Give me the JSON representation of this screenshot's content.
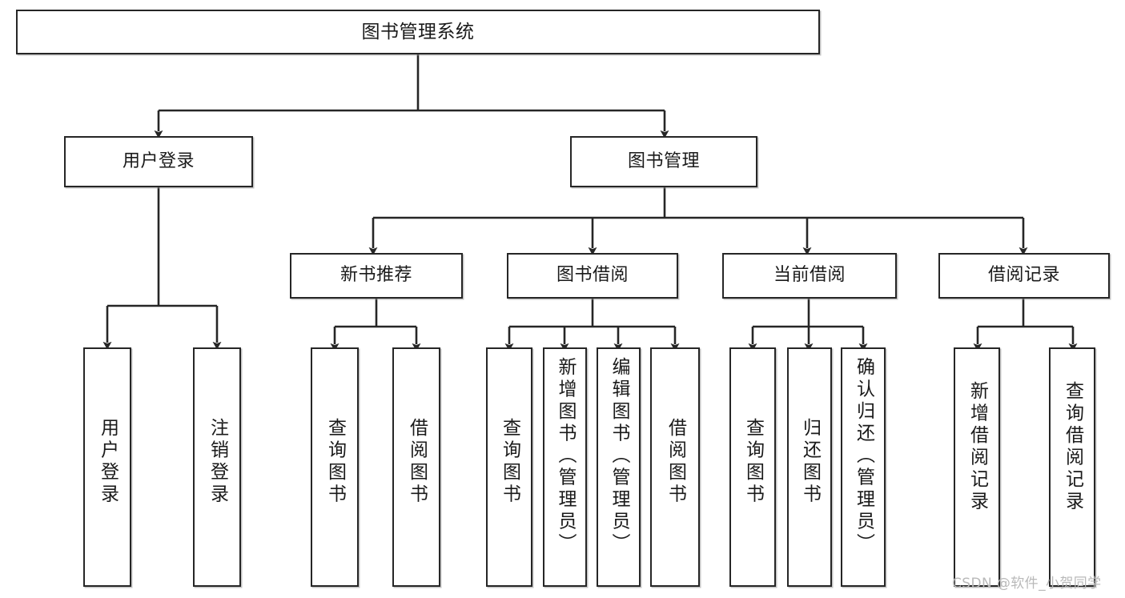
{
  "diagram": {
    "title": "图书管理系统",
    "type": "tree-hierarchy-chart",
    "watermark": "CSDN @软件_小贺同学",
    "colors": {
      "stroke": "#262626",
      "fill": "#ffffff",
      "text": "#1a1a1a",
      "watermark": "#b9b9b9",
      "background": "#ffffff"
    },
    "nodes": {
      "root": {
        "label": "图书管理系统"
      },
      "level2": [
        {
          "id": "user-login",
          "label": "用户登录"
        },
        {
          "id": "book-manage",
          "label": "图书管理"
        }
      ],
      "level3": [
        {
          "id": "new-book-recommend",
          "label": "新书推荐"
        },
        {
          "id": "book-borrow",
          "label": "图书借阅"
        },
        {
          "id": "current-borrow",
          "label": "当前借阅"
        },
        {
          "id": "borrow-record",
          "label": "借阅记录"
        }
      ],
      "leaves": {
        "user-login": [
          {
            "id": "leaf-user-login",
            "label": "用户登录"
          },
          {
            "id": "leaf-user-logout",
            "label": "注销登录"
          }
        ],
        "new-book-recommend": [
          {
            "id": "leaf-query-book-1",
            "label": "查询图书"
          },
          {
            "id": "leaf-borrow-book-1",
            "label": "借阅图书"
          }
        ],
        "book-borrow": [
          {
            "id": "leaf-query-book-2",
            "label": "查询图书"
          },
          {
            "id": "leaf-add-book",
            "label": "新增图书（管理员）"
          },
          {
            "id": "leaf-edit-book",
            "label": "编辑图书（管理员）"
          },
          {
            "id": "leaf-borrow-book-2",
            "label": "借阅图书"
          }
        ],
        "current-borrow": [
          {
            "id": "leaf-query-book-3",
            "label": "查询图书"
          },
          {
            "id": "leaf-return-book",
            "label": "归还图书"
          },
          {
            "id": "leaf-confirm-return",
            "label": "确认归还（管理员）"
          }
        ],
        "borrow-record": [
          {
            "id": "leaf-add-record",
            "label": "新增借阅记录"
          },
          {
            "id": "leaf-query-record",
            "label": "查询借阅记录"
          }
        ]
      }
    }
  }
}
